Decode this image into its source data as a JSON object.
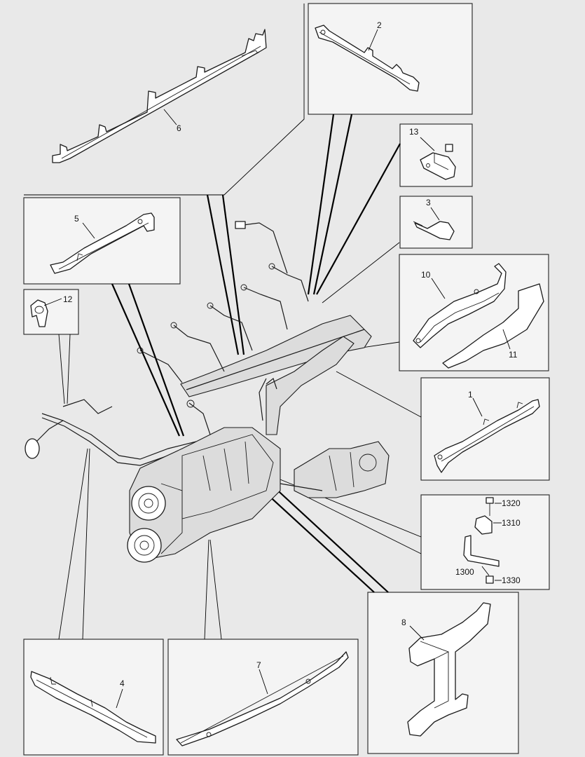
{
  "callouts": {
    "c1": "1",
    "c2": "2",
    "c3": "3",
    "c4": "4",
    "c5": "5",
    "c6": "6",
    "c7": "7",
    "c8": "8",
    "c10": "10",
    "c11": "11",
    "c12": "12",
    "c13": "13",
    "c1300": "1300",
    "c1310": "1310",
    "c1320": "1320",
    "c1330": "1330"
  }
}
